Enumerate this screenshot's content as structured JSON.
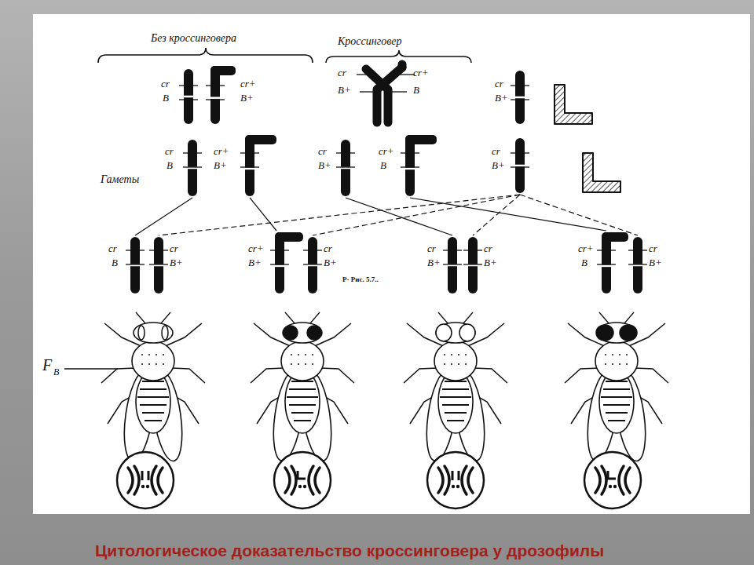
{
  "diagram": {
    "caption": "Цитологическое доказательство кроссинговера у дрозофилы",
    "labels": [
      "Без кроссинговера",
      "Кроссинговер",
      "cr",
      "B",
      "cr+",
      "B+",
      "cr",
      "B+",
      "cr+",
      "B",
      "cr",
      "B+",
      "Гаметы",
      "cr",
      "B",
      "cr+",
      "B+",
      "cr",
      "B+",
      "cr+",
      "B",
      "cr",
      "B+",
      "cr",
      "B",
      "cr",
      "B+",
      "cr+",
      "B+",
      "cr",
      "B+",
      "cr",
      "B+",
      "cr",
      "B+",
      "cr+",
      "B",
      "cr",
      "B+",
      "Р· Рис. 5.7..",
      "F",
      "B"
    ]
  }
}
